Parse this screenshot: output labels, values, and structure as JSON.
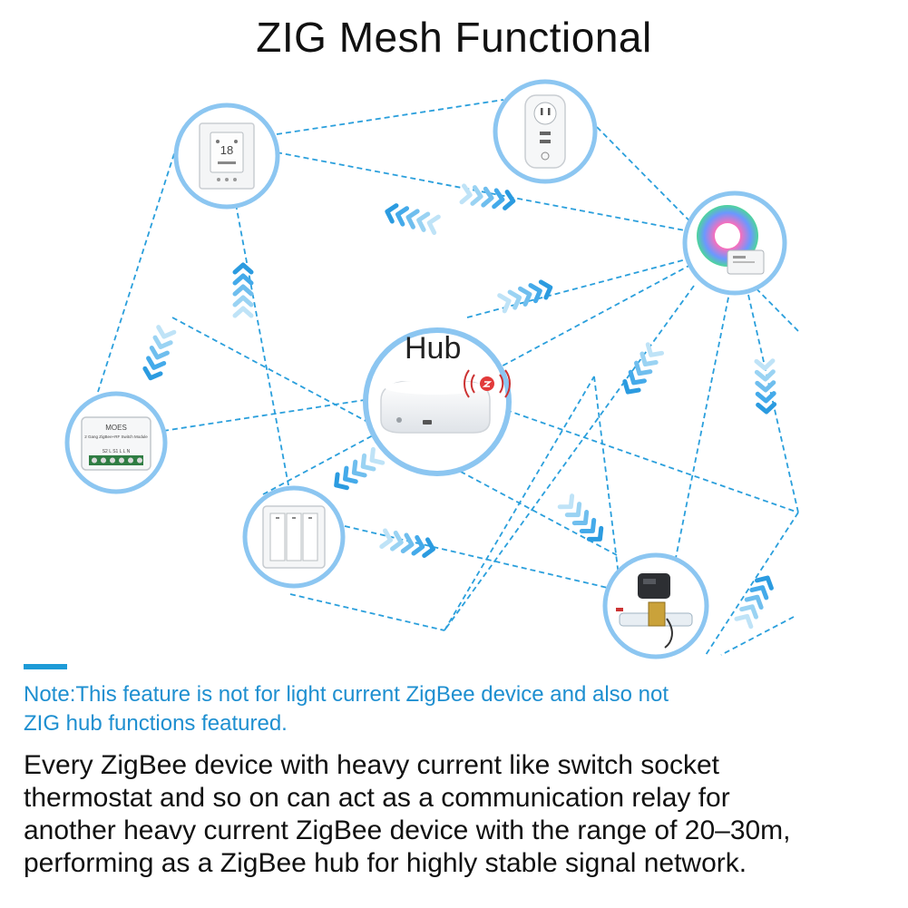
{
  "title": "ZIG Mesh Functional",
  "hub_label": "Hub",
  "devices": [
    {
      "id": "thermostat",
      "icon": "thermostat-icon"
    },
    {
      "id": "smart-plug",
      "icon": "plug-icon"
    },
    {
      "id": "led-strip",
      "icon": "led-strip-icon"
    },
    {
      "id": "switch-module",
      "icon": "switch-module-icon"
    },
    {
      "id": "wall-switch",
      "icon": "wall-switch-icon"
    },
    {
      "id": "valve-controller",
      "icon": "valve-icon"
    },
    {
      "id": "zigbee-hub",
      "icon": "hub-icon"
    }
  ],
  "switch_module_text": {
    "brand": "MOES",
    "model": "2 Gang ZigBee+RF Switch Module",
    "terminals": "S2  L  S1  L  L  N"
  },
  "colors": {
    "accent": "#1e9bd7",
    "link_line": "#2a9fdc",
    "arrow_dark": "#2b9be0",
    "arrow_light": "#a6d8f4",
    "circle_ring": "#8cc6f1",
    "note_text": "#1e8fd0"
  },
  "note": {
    "line1": "Note:This feature is not for light current ZigBee device and also not",
    "line2": "ZIG hub functions featured."
  },
  "body": {
    "line1": "Every ZigBee device with heavy current like switch socket",
    "line2": "thermostat and so on can act as a communication relay for",
    "line3": "another heavy current ZigBee device with the range of 20–30m,",
    "line4": "performing as a ZigBee hub for highly stable signal network."
  }
}
